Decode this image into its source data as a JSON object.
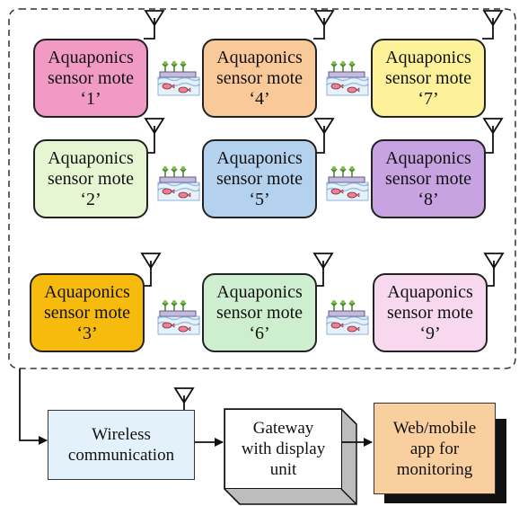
{
  "motes": [
    {
      "line1": "Aquaponics",
      "line2": "sensor mote",
      "id": "‘1’",
      "color": "#F09AC4"
    },
    {
      "line1": "Aquaponics",
      "line2": "sensor mote",
      "id": "‘4’",
      "color": "#F9C99A"
    },
    {
      "line1": "Aquaponics",
      "line2": "sensor mote",
      "id": "‘7’",
      "color": "#FDF29A"
    },
    {
      "line1": "Aquaponics",
      "line2": "sensor mote",
      "id": "‘2’",
      "color": "#E6F6D2"
    },
    {
      "line1": "Aquaponics",
      "line2": "sensor mote",
      "id": "‘5’",
      "color": "#B4D1EE"
    },
    {
      "line1": "Aquaponics",
      "line2": "sensor mote",
      "id": "‘8’",
      "color": "#C7A3E2"
    },
    {
      "line1": "Aquaponics",
      "line2": "sensor mote",
      "id": "‘3’",
      "color": "#F7BB0E"
    },
    {
      "line1": "Aquaponics",
      "line2": "sensor mote",
      "id": "‘6’",
      "color": "#CDEFCF"
    },
    {
      "line1": "Aquaponics",
      "line2": "sensor mote",
      "id": "‘9’",
      "color": "#F8D8EE"
    }
  ],
  "wireless": {
    "line1": "Wireless",
    "line2": "communication",
    "color": "#E3F2FA"
  },
  "gateway": {
    "line1": "Gateway",
    "line2": "with display",
    "line3": "unit",
    "color": "#FFFFFF"
  },
  "webapp": {
    "line1": "Web/mobile",
    "line2": "app for",
    "line3": "monitoring",
    "color": "#F9CFA0"
  }
}
